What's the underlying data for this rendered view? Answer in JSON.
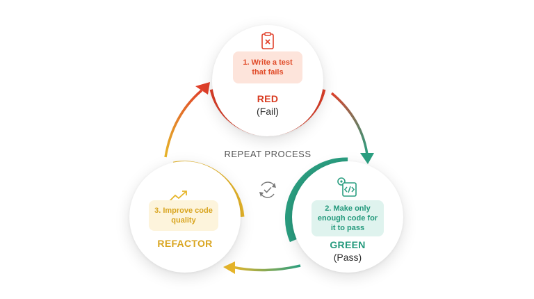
{
  "colors": {
    "red": "#e0402a",
    "green": "#2a9e80",
    "yellow": "#e6b52a"
  },
  "stages": {
    "red": {
      "step": "1. Write a test that fails",
      "title": "RED",
      "subtitle": "(Fail)",
      "icon": "clipboard-x-icon"
    },
    "green": {
      "step": "2. Make only enough code for it to pass",
      "title": "GREEN",
      "subtitle": "(Pass)",
      "icon": "code-gear-icon"
    },
    "refactor": {
      "step": "3. Improve code quality",
      "title": "REFACTOR",
      "icon": "trend-up-icon"
    }
  },
  "center": {
    "text": "REPEAT PROCESS",
    "icon": "repeat-check-icon"
  }
}
